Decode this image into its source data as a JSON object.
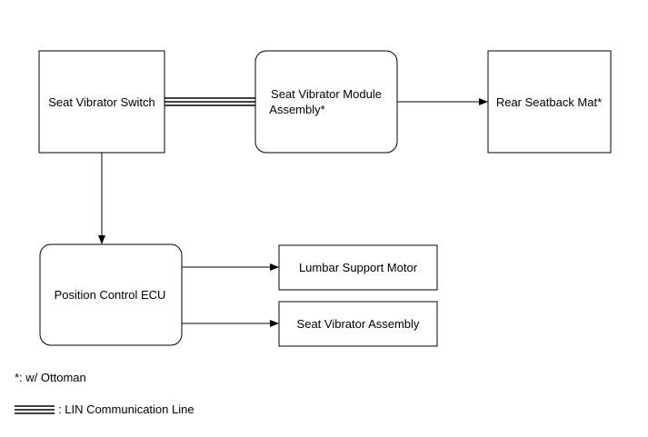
{
  "nodes": {
    "seat_vibrator_switch": {
      "label": "Seat Vibrator Switch"
    },
    "seat_vibrator_module": {
      "label_line1": "Seat Vibrator Module",
      "label_line2": "Assembly*"
    },
    "rear_seatback_mat": {
      "label": "Rear Seatback Mat*"
    },
    "position_control_ecu": {
      "label": "Position Control ECU"
    },
    "lumbar_support_motor": {
      "label": "Lumbar Support Motor"
    },
    "seat_vibrator_assembly": {
      "label": "Seat Vibrator Assembly"
    }
  },
  "notes": {
    "ottoman": "*: w/ Ottoman",
    "lin_legend": ": LIN Communication Line"
  },
  "colors": {
    "stroke": "#000000",
    "background": "#ffffff"
  }
}
